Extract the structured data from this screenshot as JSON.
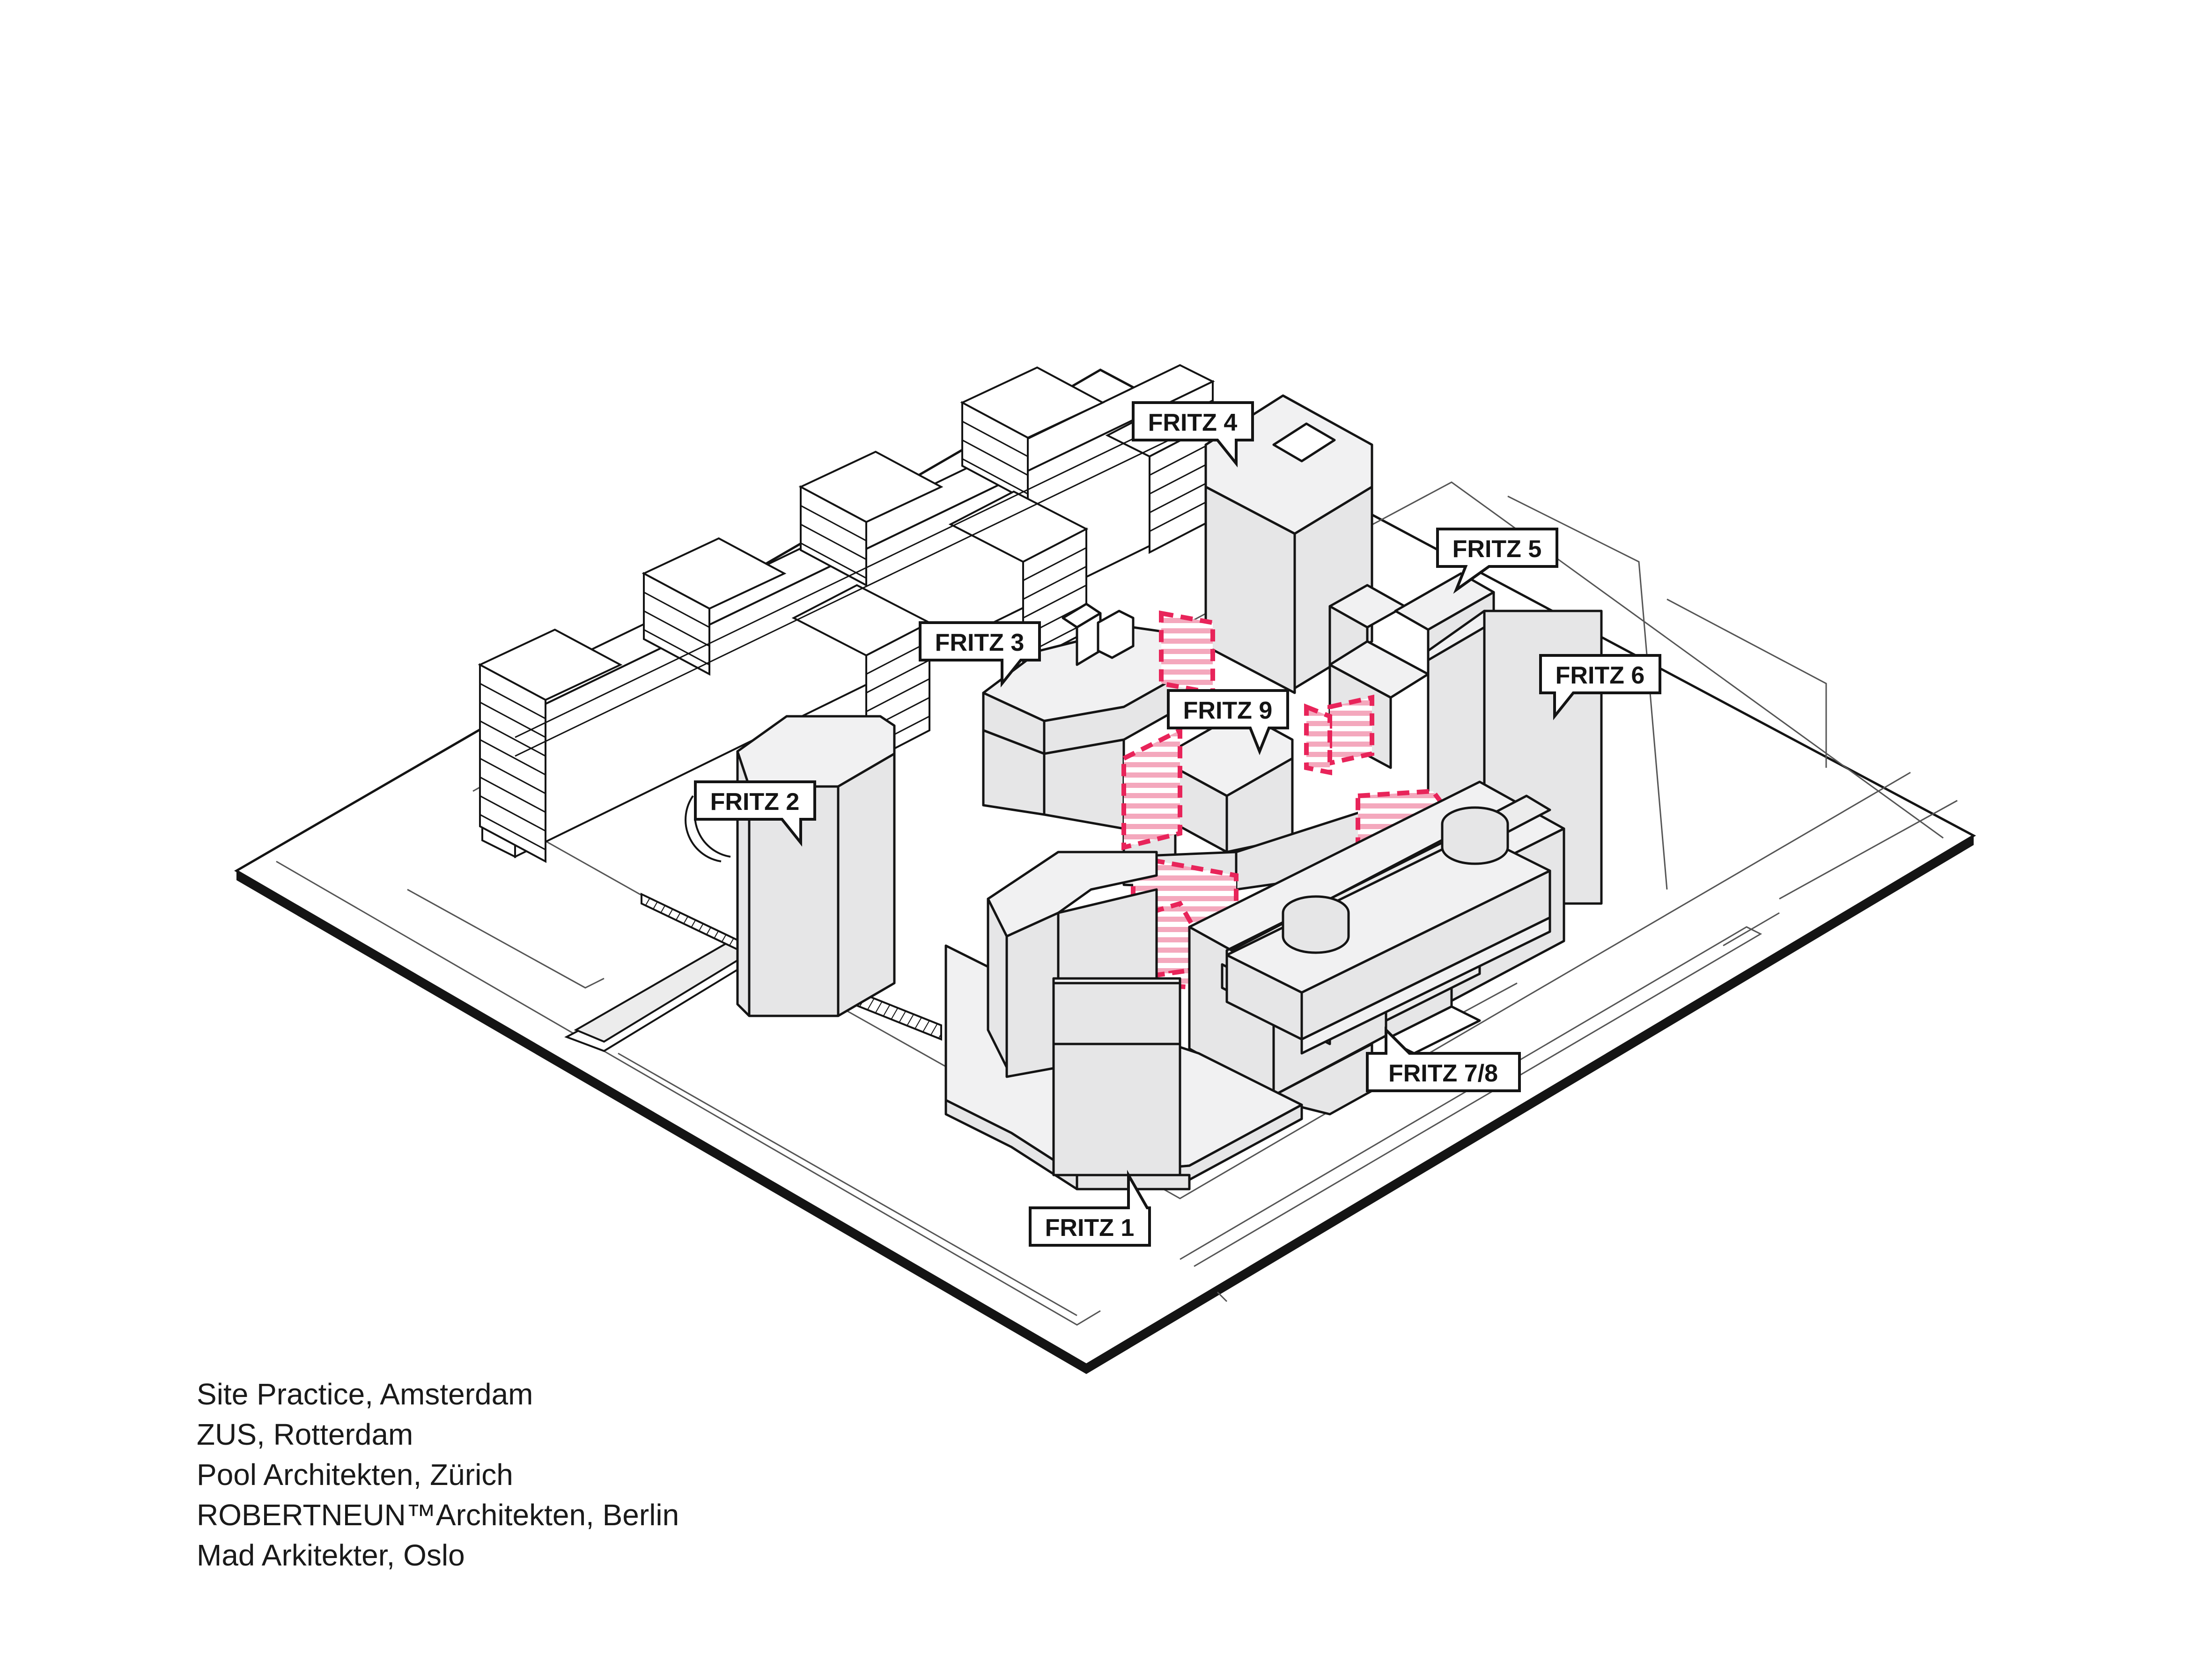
{
  "buildings": [
    {
      "id": "fritz-1",
      "label": "FRITZ 1"
    },
    {
      "id": "fritz-2",
      "label": "FRITZ 2"
    },
    {
      "id": "fritz-3",
      "label": "FRITZ 3"
    },
    {
      "id": "fritz-4",
      "label": "FRITZ 4"
    },
    {
      "id": "fritz-5",
      "label": "FRITZ 5"
    },
    {
      "id": "fritz-6",
      "label": "FRITZ 6"
    },
    {
      "id": "fritz-7-8",
      "label": "FRITZ 7/8"
    },
    {
      "id": "fritz-9",
      "label": "FRITZ 9"
    }
  ],
  "credits": [
    "Site Practice, Amsterdam",
    "ZUS, Rotterdam",
    "Pool Architekten, Zürich",
    "ROBERTNEUN™Architekten, Berlin",
    "Mad Arkitekter, Oslo"
  ],
  "colors": {
    "building_fill": "#e6e6e7",
    "building_top": "#f1f1f2",
    "outline": "#141414",
    "connector": "#e8245a",
    "connector_hatch": "#f4a8bd",
    "label_bg": "#ffffff"
  }
}
